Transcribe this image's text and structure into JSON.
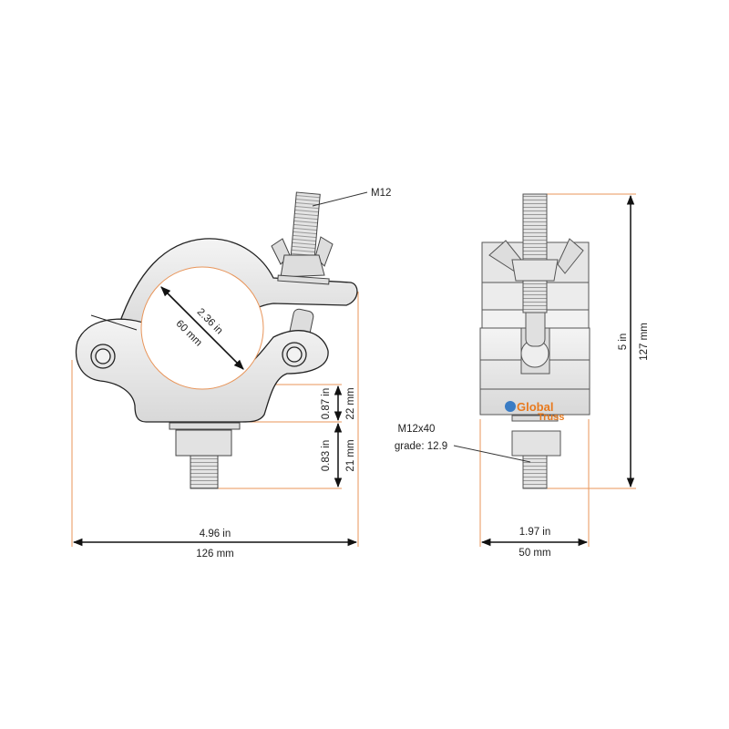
{
  "colors": {
    "extension_line": "#e8955a",
    "dimension": "#111111",
    "part_fill": "#e9e9e9",
    "part_stroke": "#333333",
    "logo_orange": "#e87a1e",
    "logo_blue": "#3a7cc4"
  },
  "side_view": {
    "thread_label": "M12",
    "tube_diameter_in": "2.36 in",
    "tube_diameter_mm": "60 mm",
    "body_height_in": "0.87 in",
    "body_height_mm": "22 mm",
    "bolt_length_in": "0.83 in",
    "bolt_length_mm": "21 mm",
    "width_in": "4.96 in",
    "width_mm": "126 mm"
  },
  "front_view": {
    "height_in": "5 in",
    "height_mm": "127 mm",
    "bolt_label": "M12x40",
    "bolt_grade": "grade: 12.9",
    "width_in": "1.97 in",
    "width_mm": "50 mm",
    "logo_text": [
      "Global",
      "Truss"
    ]
  }
}
